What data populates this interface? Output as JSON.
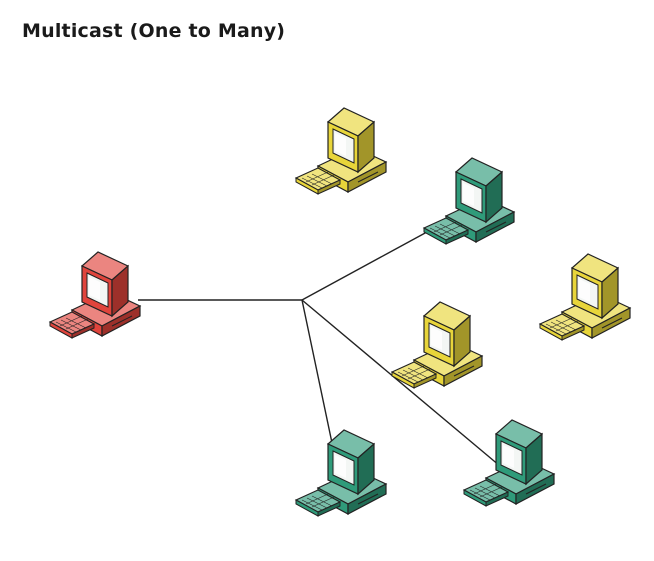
{
  "title": "Multicast (One to Many)",
  "colors": {
    "sender": "#e0443c",
    "receiver": "#2f9b7a",
    "non_member": "#e8d53a",
    "link": "#222222",
    "background": "#ffffff"
  },
  "nodes": [
    {
      "id": "sender",
      "role": "sender",
      "icon": "computer-icon"
    },
    {
      "id": "hub",
      "role": "hub"
    },
    {
      "id": "receiver-1",
      "role": "receiver",
      "icon": "computer-icon"
    },
    {
      "id": "receiver-2",
      "role": "receiver",
      "icon": "computer-icon"
    },
    {
      "id": "receiver-3",
      "role": "receiver",
      "icon": "computer-icon"
    },
    {
      "id": "non-member-1",
      "role": "non_member",
      "icon": "computer-icon"
    },
    {
      "id": "non-member-2",
      "role": "non_member",
      "icon": "computer-icon"
    },
    {
      "id": "non-member-3",
      "role": "non_member",
      "icon": "computer-icon"
    }
  ],
  "links": [
    {
      "from": "sender",
      "to": "hub"
    },
    {
      "from": "hub",
      "to": "receiver-1"
    },
    {
      "from": "hub",
      "to": "receiver-2"
    },
    {
      "from": "hub",
      "to": "receiver-3"
    }
  ]
}
